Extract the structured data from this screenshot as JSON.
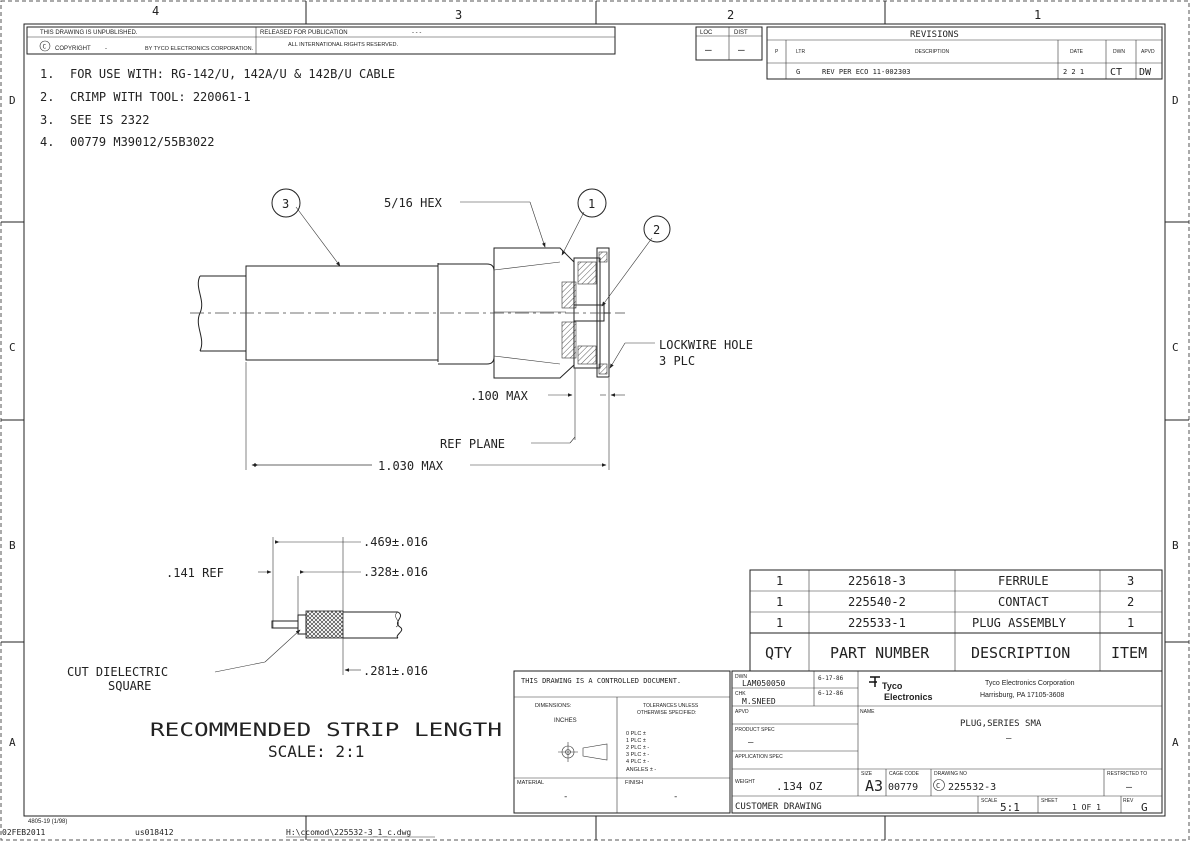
{
  "zone_columns": [
    "4",
    "3",
    "2",
    "1"
  ],
  "zone_rows": [
    "D",
    "C",
    "B",
    "A"
  ],
  "top_strip": {
    "unpublished": "THIS DRAWING IS UNPUBLISHED.",
    "released": "RELEASED FOR PUBLICATION",
    "released_value": "- - -",
    "copyright": "COPYRIGHT",
    "copyright_dash": "-",
    "copyright_by": "BY TYCO ELECTRONICS CORPORATION.",
    "rights": "ALL INTERNATIONAL RIGHTS RESERVED.",
    "loc_label": "LOC",
    "dist_label": "DIST",
    "loc_value": "—",
    "dist_value": "—"
  },
  "revisions": {
    "title": "REVISIONS",
    "col_p": "P",
    "col_ltr": "LTR",
    "col_desc": "DESCRIPTION",
    "col_date": "DATE",
    "col_dwn": "DWN",
    "col_apvd": "APVD",
    "row": {
      "ltr": "G",
      "desc": "REV PER ECO 11-002303",
      "date": "2 2 1",
      "dwn": "CT",
      "apvd": "DW"
    }
  },
  "notes": [
    {
      "num": "1.",
      "text": "FOR USE WITH: RG-142/U, 142A/U & 142B/U CABLE"
    },
    {
      "num": "2.",
      "text": "CRIMP WITH TOOL: 220061-1"
    },
    {
      "num": "3.",
      "text": "SEE IS 2322"
    },
    {
      "num": "4.",
      "text": "00779 M39012/55B3022"
    }
  ],
  "callouts": {
    "balloon_3": "3",
    "balloon_1": "1",
    "balloon_2": "2",
    "hex": "5/16 HEX",
    "lockwire_1": "LOCKWIRE HOLE",
    "lockwire_2": "3 PLC",
    "max100": ".100 MAX",
    "ref_plane": "REF PLANE",
    "overall": "1.030 MAX"
  },
  "strip": {
    "dim_469": ".469±.016",
    "dim_328": ".328±.016",
    "ref_141": ".141 REF",
    "dim_281": ".281±.016",
    "cut_1": "CUT DIELECTRIC",
    "cut_2": "SQUARE",
    "title": "RECOMMENDED STRIP LENGTH",
    "scale": "SCALE: 2:1"
  },
  "bom": {
    "headers": {
      "qty": "QTY",
      "part": "PART NUMBER",
      "desc": "DESCRIPTION",
      "item": "ITEM"
    },
    "rows": [
      {
        "qty": "1",
        "part": "225618-3",
        "desc": "FERRULE",
        "item": "3"
      },
      {
        "qty": "1",
        "part": "225540-2",
        "desc": "CONTACT",
        "item": "2"
      },
      {
        "qty": "1",
        "part": "225533-1",
        "desc": "PLUG ASSEMBLY",
        "item": "1"
      }
    ]
  },
  "title_block": {
    "controlled": "THIS DRAWING IS A CONTROLLED DOCUMENT.",
    "dimensions": "DIMENSIONS:",
    "inches": "INCHES",
    "tolerances_1": "TOLERANCES UNLESS",
    "tolerances_2": "OTHERWISE SPECIFIED:",
    "tol_rows": [
      "0 PLC ±",
      "1 PLC ±",
      "2 PLC ± -",
      "3 PLC ± -",
      "4 PLC ± -",
      "ANGLES ± -"
    ],
    "material": "MATERIAL",
    "finish": "FINISH",
    "material_value": "-",
    "finish_value": "-",
    "dwn_label": "DWN",
    "dwn_name": "LAM050050",
    "dwn_date": "6-17-86",
    "chk_label": "CHK",
    "chk_name": "M.SNEED",
    "chk_date": "6-12-86",
    "apvd_label": "APVD",
    "product_spec": "PRODUCT SPEC",
    "product_spec_value": "—",
    "application_spec": "APPLICATION SPEC",
    "weight_label": "WEIGHT",
    "weight": ".134 OZ",
    "company_1": "Tyco",
    "company_2": "Electronics",
    "company_name": "Tyco Electronics Corporation",
    "company_addr": "Harrisburg, PA 17105-3608",
    "name_label": "NAME",
    "part_name": "PLUG,SERIES SMA",
    "part_name_2": "—",
    "size_label": "SIZE",
    "size": "A3",
    "cage_label": "CAGE CODE",
    "cage": "00779",
    "drawing_no_label": "DRAWING NO",
    "drawing_no": "225532-3",
    "restricted_label": "RESTRICTED TO",
    "restricted": "—",
    "customer_drawing": "CUSTOMER DRAWING",
    "scale_label": "SCALE",
    "scale": "5:1",
    "sheet_label": "SHEET",
    "sheet": "1 OF 1",
    "rev_label": "REV",
    "rev": "G"
  },
  "footer": {
    "form": "4805-19 (1/98)",
    "date": "02FEB2011",
    "user": "us018412",
    "path": "H:\\ccomod\\225532-3_1_c.dwg"
  }
}
